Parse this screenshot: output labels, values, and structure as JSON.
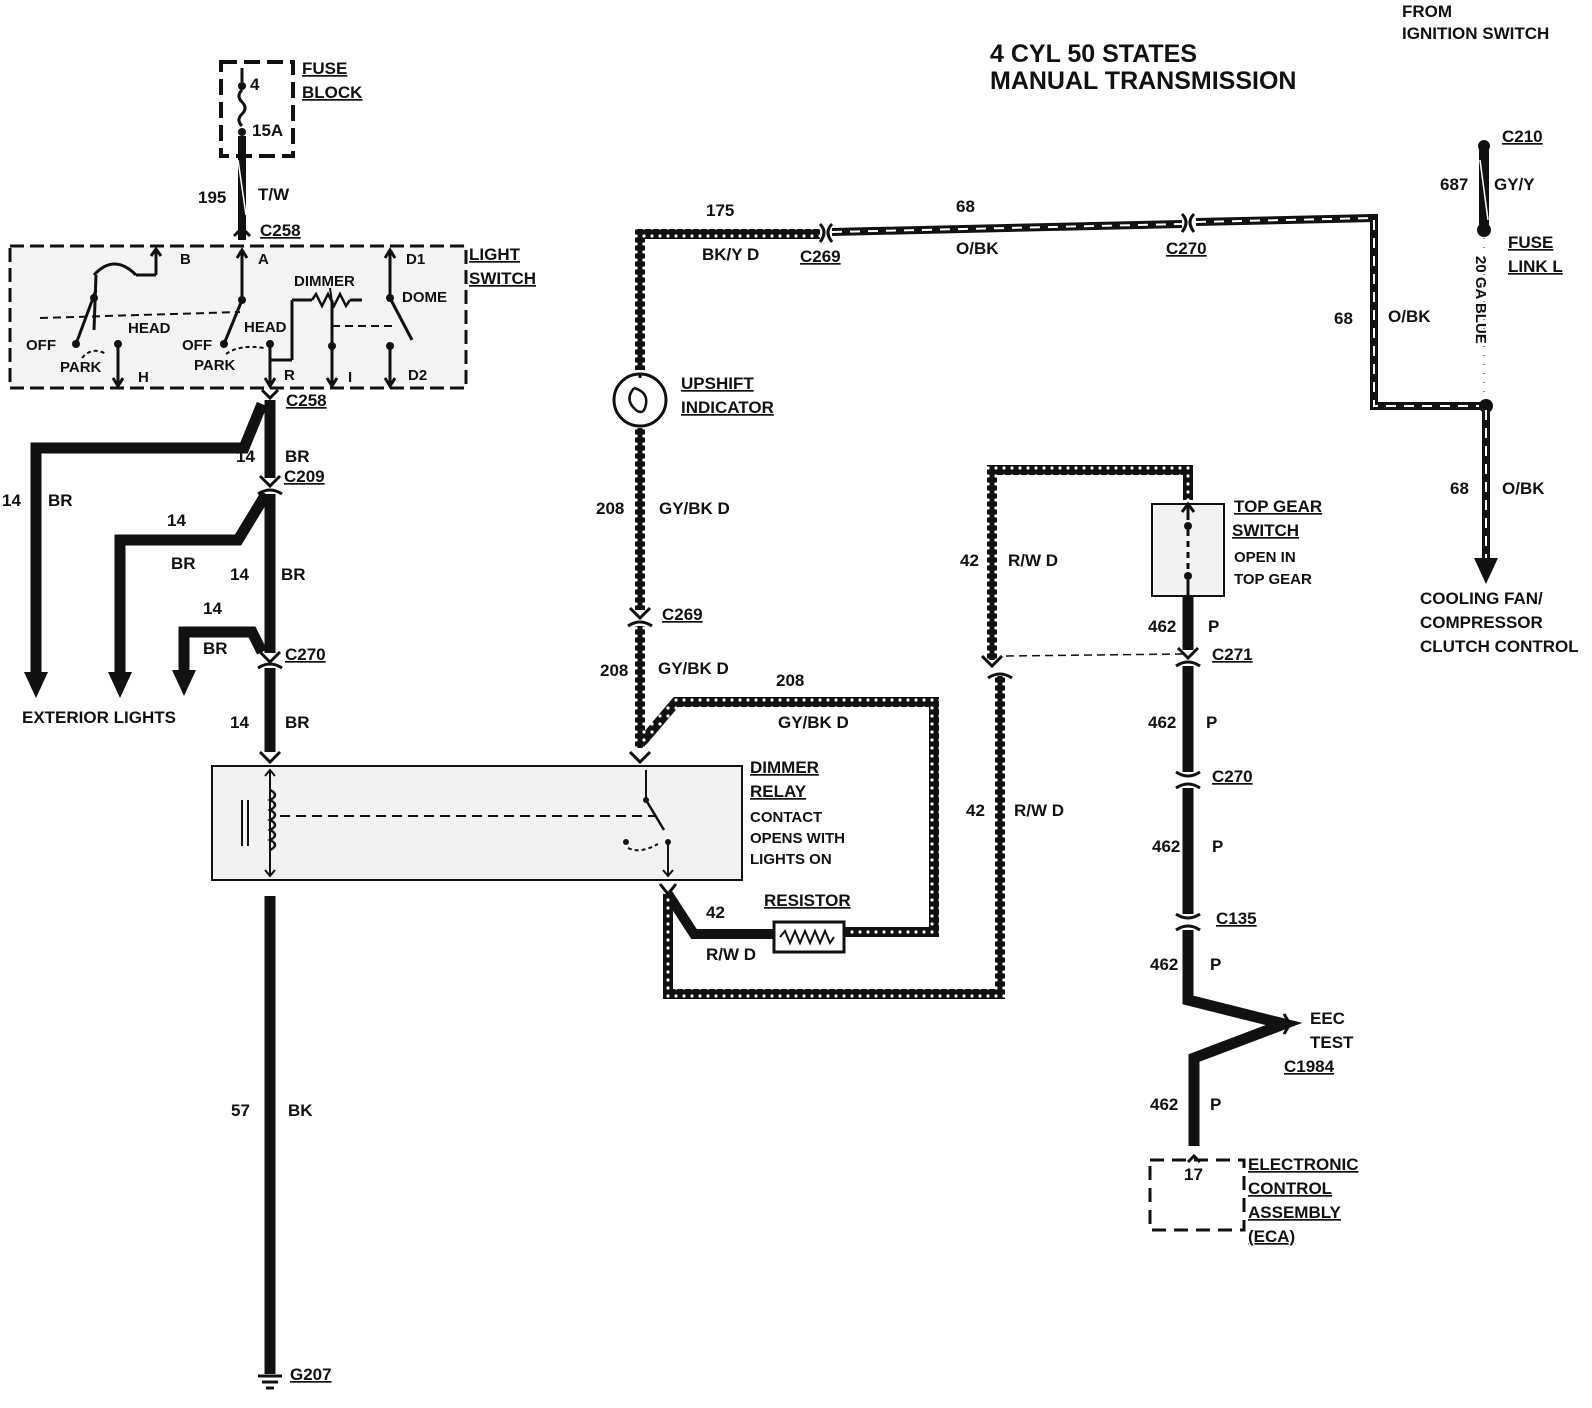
{
  "title": [
    "4 CYL 50 STATES",
    "MANUAL TRANSMISSION"
  ],
  "from_ignition": [
    "FROM",
    "IGNITION SWITCH"
  ],
  "fuse_block": {
    "label": [
      "FUSE",
      "BLOCK"
    ],
    "fuse_number": "4",
    "rating": "15A"
  },
  "light_switch": {
    "label": [
      "LIGHT",
      "SWITCH"
    ],
    "terminals": {
      "B": "B",
      "A": "A",
      "D1": "D1",
      "D2": "D2",
      "H": "H",
      "R": "R",
      "I": "I"
    },
    "positions": {
      "off1": "OFF",
      "park1": "PARK",
      "head1": "HEAD",
      "off2": "OFF",
      "park2": "PARK",
      "head2": "HEAD",
      "dimmer": "DIMMER",
      "dome": "DOME"
    }
  },
  "connectors": {
    "c258_top": "C258",
    "c258_bot": "C258",
    "c209": "C209",
    "c270_left": "C270",
    "c269_top": "C269",
    "c270_top": "C270",
    "c269_mid": "C269",
    "c210": "C210",
    "c271": "C271",
    "c270_right": "C270",
    "c135": "C135",
    "c1984": "C1984",
    "g207": "G207"
  },
  "wires": {
    "w195": {
      "num": "195",
      "color": "T/W"
    },
    "w14a": {
      "num": "14",
      "color": "BR"
    },
    "w14_ext1": {
      "num": "14",
      "color": "BR"
    },
    "w14_ext2": {
      "num": "14",
      "color": "BR"
    },
    "w14b": {
      "num": "14",
      "color": "BR"
    },
    "w14_ext3": {
      "num": "14",
      "color": "BR"
    },
    "w14c": {
      "num": "14",
      "color": "BR"
    },
    "w57": {
      "num": "57",
      "color": "BK"
    },
    "w175": {
      "num": "175",
      "color": "BK/Y D"
    },
    "w68_top": {
      "num": "68",
      "color": "O/BK"
    },
    "w68_vert": {
      "num": "68",
      "color": "O/BK"
    },
    "w68_out": {
      "num": "68",
      "color": "O/BK"
    },
    "w687": {
      "num": "687",
      "color": "GY/Y"
    },
    "w208a": {
      "num": "208",
      "color": "GY/BK D"
    },
    "w208b": {
      "num": "208",
      "color": "GY/BK D"
    },
    "w208c": {
      "num": "208",
      "color": "GY/BK D"
    },
    "w42a": {
      "num": "42",
      "color": "R/W D"
    },
    "w42b": {
      "num": "42",
      "color": "R/W D"
    },
    "w42c": {
      "num": "42",
      "color": "R/W D"
    },
    "w462a": {
      "num": "462",
      "color": "P"
    },
    "w462b": {
      "num": "462",
      "color": "P"
    },
    "w462c": {
      "num": "462",
      "color": "P"
    },
    "w462d": {
      "num": "462",
      "color": "P"
    },
    "w462e": {
      "num": "462",
      "color": "P"
    }
  },
  "fuse_link": {
    "label": [
      "FUSE",
      "LINK L"
    ],
    "gauge": "20 GA BLUE"
  },
  "exterior_lights": "EXTERIOR LIGHTS",
  "upshift_indicator": [
    "UPSHIFT",
    "INDICATOR"
  ],
  "dimmer_relay": {
    "label": [
      "DIMMER",
      "RELAY"
    ],
    "note": [
      "CONTACT",
      "OPENS WITH",
      "LIGHTS ON"
    ]
  },
  "resistor": "RESISTOR",
  "top_gear_switch": {
    "label": [
      "TOP GEAR",
      "SWITCH"
    ],
    "note": [
      "OPEN IN",
      "TOP GEAR"
    ]
  },
  "cooling_fan": [
    "COOLING FAN/",
    "COMPRESSOR",
    "CLUTCH CONTROL"
  ],
  "eec_test": [
    "EEC",
    "TEST"
  ],
  "eca": {
    "pin": "17",
    "label": [
      "ELECTRONIC",
      "CONTROL",
      "ASSEMBLY",
      "(ECA)"
    ]
  }
}
